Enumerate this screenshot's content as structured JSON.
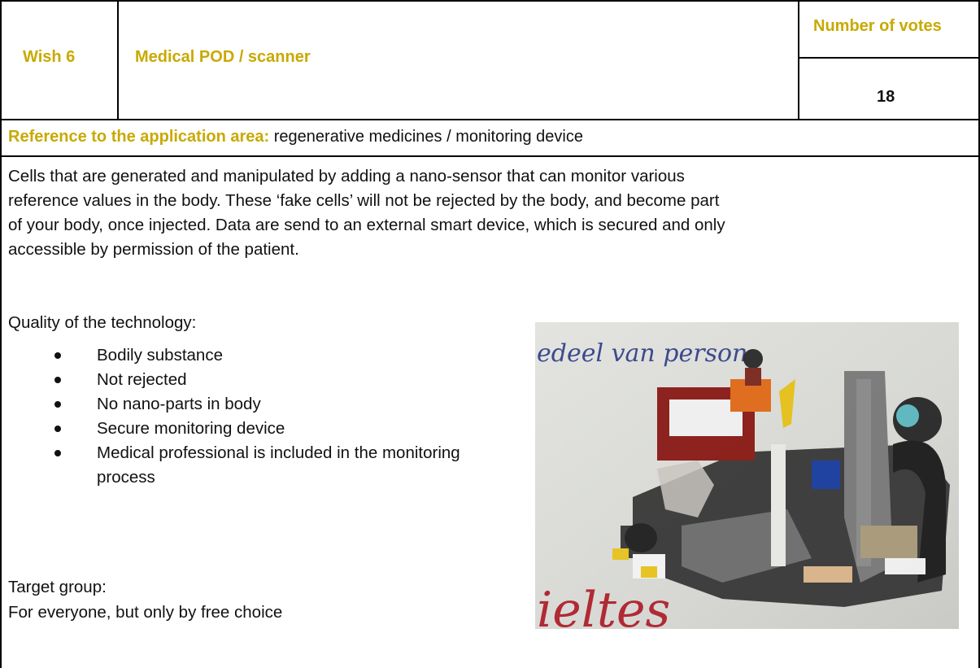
{
  "header": {
    "wish_label": "Wish 6",
    "wish_title": "Medical POD / scanner",
    "votes_label": "Number of votes",
    "votes_value": "18"
  },
  "application_area": {
    "label": "Reference to the application area:",
    "value": " regenerative medicines / monitoring device"
  },
  "description": {
    "line1": "Cells that are generated and manipulated by adding a nano-sensor that can monitor various",
    "line2": "reference values in the body. These ‘fake cells’ will not be rejected by the body, and become part",
    "line3": "of your body, once injected. Data are send to an external smart device, which is secured and only",
    "line4": "accessible by permission of the patient."
  },
  "quality": {
    "heading": "Quality of the technology:",
    "items": [
      "Bodily substance",
      "Not rejected",
      "No nano-parts in body",
      "Secure monitoring device",
      "Medical professional is included in the monitoring process"
    ]
  },
  "target": {
    "heading": "Target group:",
    "value": "For everyone, but only by free choice"
  },
  "photo": {
    "handwriting_top": "edeel van person",
    "handwriting_bottom": "ieltes"
  },
  "colors": {
    "accent": "#C9A900",
    "border": "#000000"
  }
}
